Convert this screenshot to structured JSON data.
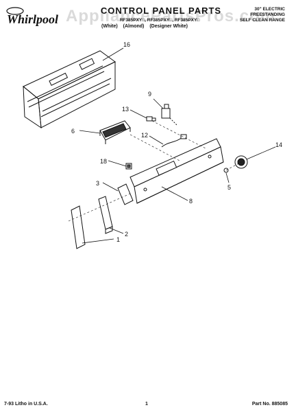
{
  "header": {
    "brand": "Whirlpool",
    "title": "CONTROL PANEL PARTS",
    "models": "RF385PXY□, RF385PXY□, RF385PXY□",
    "colors": [
      "(White)",
      "(Almond)",
      "(Designer White)"
    ],
    "range_lines": [
      "30\" ELECTRIC",
      "FREESTANDING",
      "SELF CLEAN RANGE"
    ],
    "watermark": "AppliancePartsPros.com"
  },
  "diagram": {
    "callouts": [
      "16",
      "9",
      "13",
      "6",
      "12",
      "14",
      "18",
      "3",
      "5",
      "8",
      "2",
      "1"
    ]
  },
  "footer": {
    "litho": "7-93 Litho in U.S.A.",
    "page": "1",
    "part_no": "Part No. 885085"
  }
}
